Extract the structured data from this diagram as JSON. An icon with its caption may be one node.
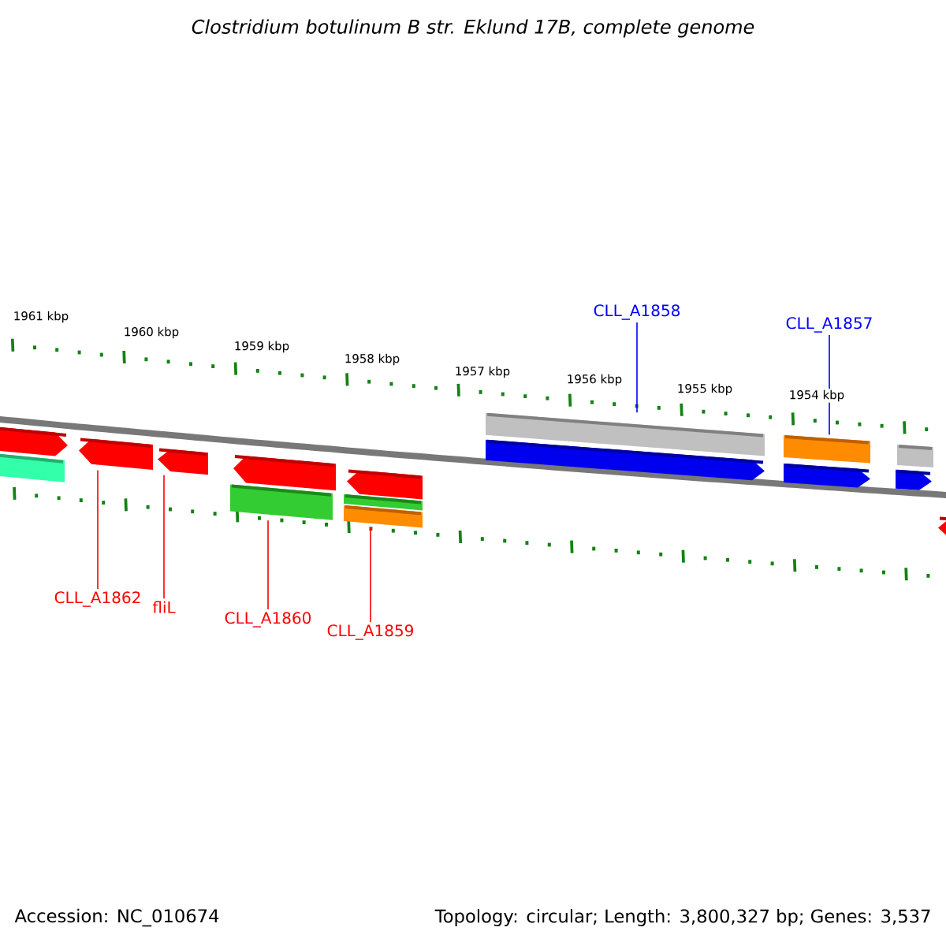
{
  "diagram": {
    "title": "Clostridium botulinum B str. Eklund 17B, complete genome",
    "nodes": [
      {
        "text": [
          "CLL_A1862"
        ]
      },
      {
        "text": [
          "fliL"
        ]
      },
      {
        "text": [
          "CLL_A1860"
        ]
      },
      {
        "text": [
          "CLL_A1859"
        ]
      },
      {
        "text": [
          "CLL_A1858"
        ]
      },
      {
        "text": [
          "CLL_A1857"
        ]
      },
      {
        "text": [],
        "shape": "pentagon"
      },
      {
        "text": [],
        "shape": "bar"
      },
      {
        "text": [],
        "shape": "pentagon"
      },
      {
        "text": [],
        "shape": "pentagon"
      },
      {
        "text": [],
        "shape": "pentagon"
      },
      {
        "text": [],
        "shape": "bar"
      },
      {
        "text": [],
        "shape": "pentagon"
      },
      {
        "text": [],
        "shape": "bar"
      },
      {
        "text": [],
        "shape": "bar"
      },
      {
        "text": [],
        "shape": "bar"
      },
      {
        "text": [],
        "shape": "pentagon"
      },
      {
        "text": [],
        "shape": "bar"
      },
      {
        "text": [],
        "shape": "pentagon"
      },
      {
        "text": [],
        "shape": "bar"
      },
      {
        "text": [],
        "shape": "pentagon"
      },
      {
        "text": [],
        "shape": "pentagon"
      }
    ],
    "edges": [
      {
        "from": 0,
        "to": 8,
        "arrow": "none"
      },
      {
        "from": 1,
        "to": 9,
        "arrow": "none"
      },
      {
        "from": 2,
        "to": 11,
        "arrow": "none"
      },
      {
        "from": 3,
        "to": 14,
        "arrow": "none"
      },
      {
        "from": 4,
        "to": 15,
        "arrow": "none",
        "color": "#0000ff"
      },
      {
        "from": 5,
        "to": 17,
        "arrow": "none",
        "color": "#0000ff"
      }
    ],
    "labels": [
      "1961 kbp",
      "1960 kbp",
      "1959 kbp",
      "1958 kbp",
      "1957 kbp",
      "1956 kbp",
      "1955 kbp",
      "1954 kbp",
      "Accession: NC_010674",
      "Topology: circular; Length: 3,800,327 bp; Genes: 3,537"
    ]
  }
}
